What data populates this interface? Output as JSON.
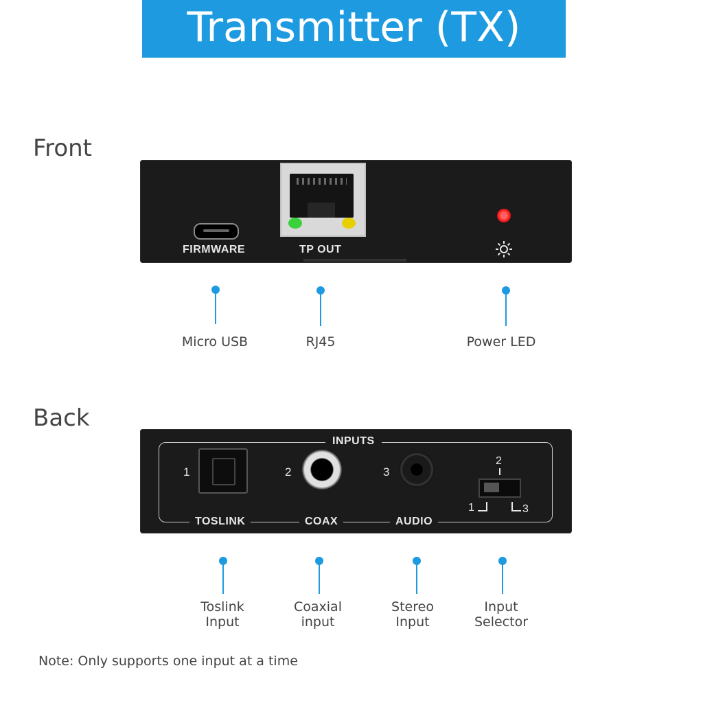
{
  "banner": {
    "title": "Transmitter (TX)",
    "color": "#1e9be0"
  },
  "front": {
    "section_label": "Front",
    "panel": {
      "firmware_label": "FIRMWARE",
      "tp_out_label": "TP OUT",
      "power_icon": "sun-icon"
    },
    "callouts": [
      "Micro USB",
      "RJ45",
      "Power LED"
    ]
  },
  "back": {
    "section_label": "Back",
    "panel": {
      "inputs_label": "INPUTS",
      "port_numbers": [
        "1",
        "2",
        "3"
      ],
      "bottom_labels": [
        "TOSLINK",
        "COAX",
        "AUDIO"
      ],
      "selector_marks": {
        "top": "2",
        "left": "1",
        "right": "3"
      }
    },
    "callouts": [
      {
        "line1": "Toslink",
        "line2": "Input"
      },
      {
        "line1": "Coaxial",
        "line2": "input"
      },
      {
        "line1": "Stereo",
        "line2": "Input"
      },
      {
        "line1": "Input",
        "line2": "Selector"
      }
    ]
  },
  "note": "Note: Only supports one input at a time",
  "colors": {
    "accent": "#1e9be0",
    "device": "#1b1b1b",
    "led_red": "#ff2020",
    "led_green": "#3ad13a",
    "led_yellow": "#e8d000"
  }
}
